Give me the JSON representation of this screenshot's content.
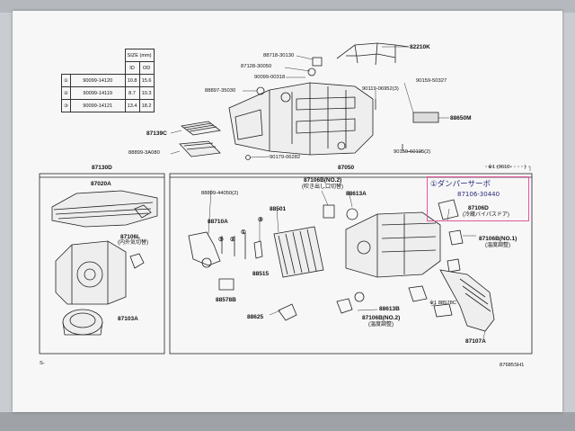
{
  "size_table": {
    "header_size": "SIZE (mm)",
    "col_id": "ID",
    "col_od": "OD",
    "rows": [
      {
        "num": "①",
        "part": "90099-14120",
        "id": "10.8",
        "od": "15.6"
      },
      {
        "num": "②",
        "part": "90099-14119",
        "id": "8.7",
        "od": "10.3"
      },
      {
        "num": "③",
        "part": "90099-14121",
        "id": "13.4",
        "od": "18.2"
      }
    ]
  },
  "labels": {
    "p82210K": "82210K",
    "p88718": "88718-30130",
    "p87128": "87128-30050",
    "p90099": "90099-00318",
    "p88897": "88897-35030",
    "p90119": "90119-06952(3)",
    "p90159a": "90159-50327",
    "p88650M": "88650M",
    "p87139C": "87139C",
    "p88899a": "88899-3A080",
    "p90179": "90179-06282",
    "p90159b": "90159-60195(2)",
    "p87130D": "87130D",
    "p87050": "87050",
    "note1": "※1 (0610-",
    "note1b": ")",
    "p87020A": "87020A",
    "p87106L": "87106L",
    "p87106L_jp": "(内外気切替)",
    "p87103A": "87103A",
    "p88899b": "88899-44050(2)",
    "p87106B_top": "87106B(NO.2)",
    "p87106B_top_jp": "(吹き出し口切替)",
    "p88613A": "88613A",
    "p88710A": "88710A",
    "p88501": "88501",
    "c3": "③",
    "c2": "②",
    "c1": "①",
    "p88515": "88515",
    "p88578B": "88578B",
    "p88625": "88625",
    "p88613B": "88613B",
    "p87106B_bot": "87106B(NO.2)",
    "p87106B_bot_jp": "(温度調整)",
    "p1_88578C": "※1 88578C",
    "p87107A": "87107A",
    "p87106B_no1": "87106B(NO.1)",
    "p87106B_no1_jp": "(温度調整)",
    "p87106D": "87106D",
    "p87106D_jp": "(冷蔵バイパスドア)",
    "hand_title": "①ダンパーサーボ",
    "hand_part": "87106-30440",
    "footer_left": "S-",
    "footer_right": "87685SH1"
  },
  "colors": {
    "annotation_pink": "#e1579a",
    "handwriting_ink": "#2a2a7a"
  }
}
